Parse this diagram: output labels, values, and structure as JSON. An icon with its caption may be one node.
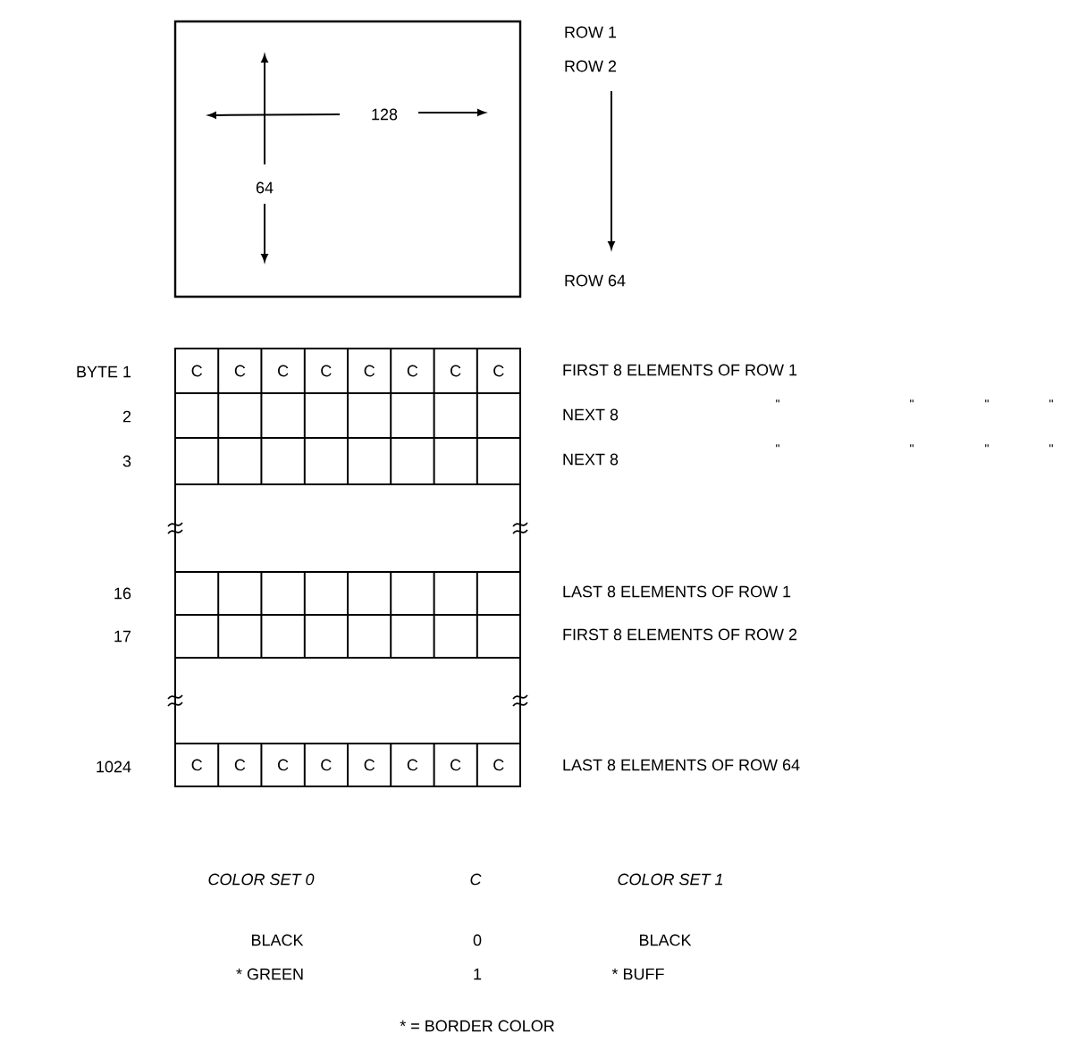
{
  "diagram": {
    "labels": [
      "ROW 1",
      "ROW 2",
      "128",
      "64",
      "ROW 64",
      "BYTE 1",
      "C",
      "C",
      "C",
      "C",
      "C",
      "C",
      "C",
      "C",
      "FIRST 8 ELEMENTS OF ROW 1",
      "2",
      "NEXT 8",
      "\"",
      "\"",
      "\"",
      "\"",
      "3",
      "NEXT 8",
      "\"",
      "\"",
      "\"",
      "\"",
      "16",
      "LAST 8 ELEMENTS OF ROW 1",
      "17",
      "FIRST 8 ELEMENTS OF ROW 2",
      "1024",
      "C",
      "C",
      "C",
      "C",
      "C",
      "C",
      "C",
      "C",
      "LAST 8 ELEMENTS OF ROW 64",
      "COLOR SET 0",
      "C",
      "COLOR SET 1",
      "BLACK",
      "0",
      "BLACK",
      "* GREEN",
      "1",
      "* BUFF",
      "* = BORDER COLOR"
    ]
  }
}
